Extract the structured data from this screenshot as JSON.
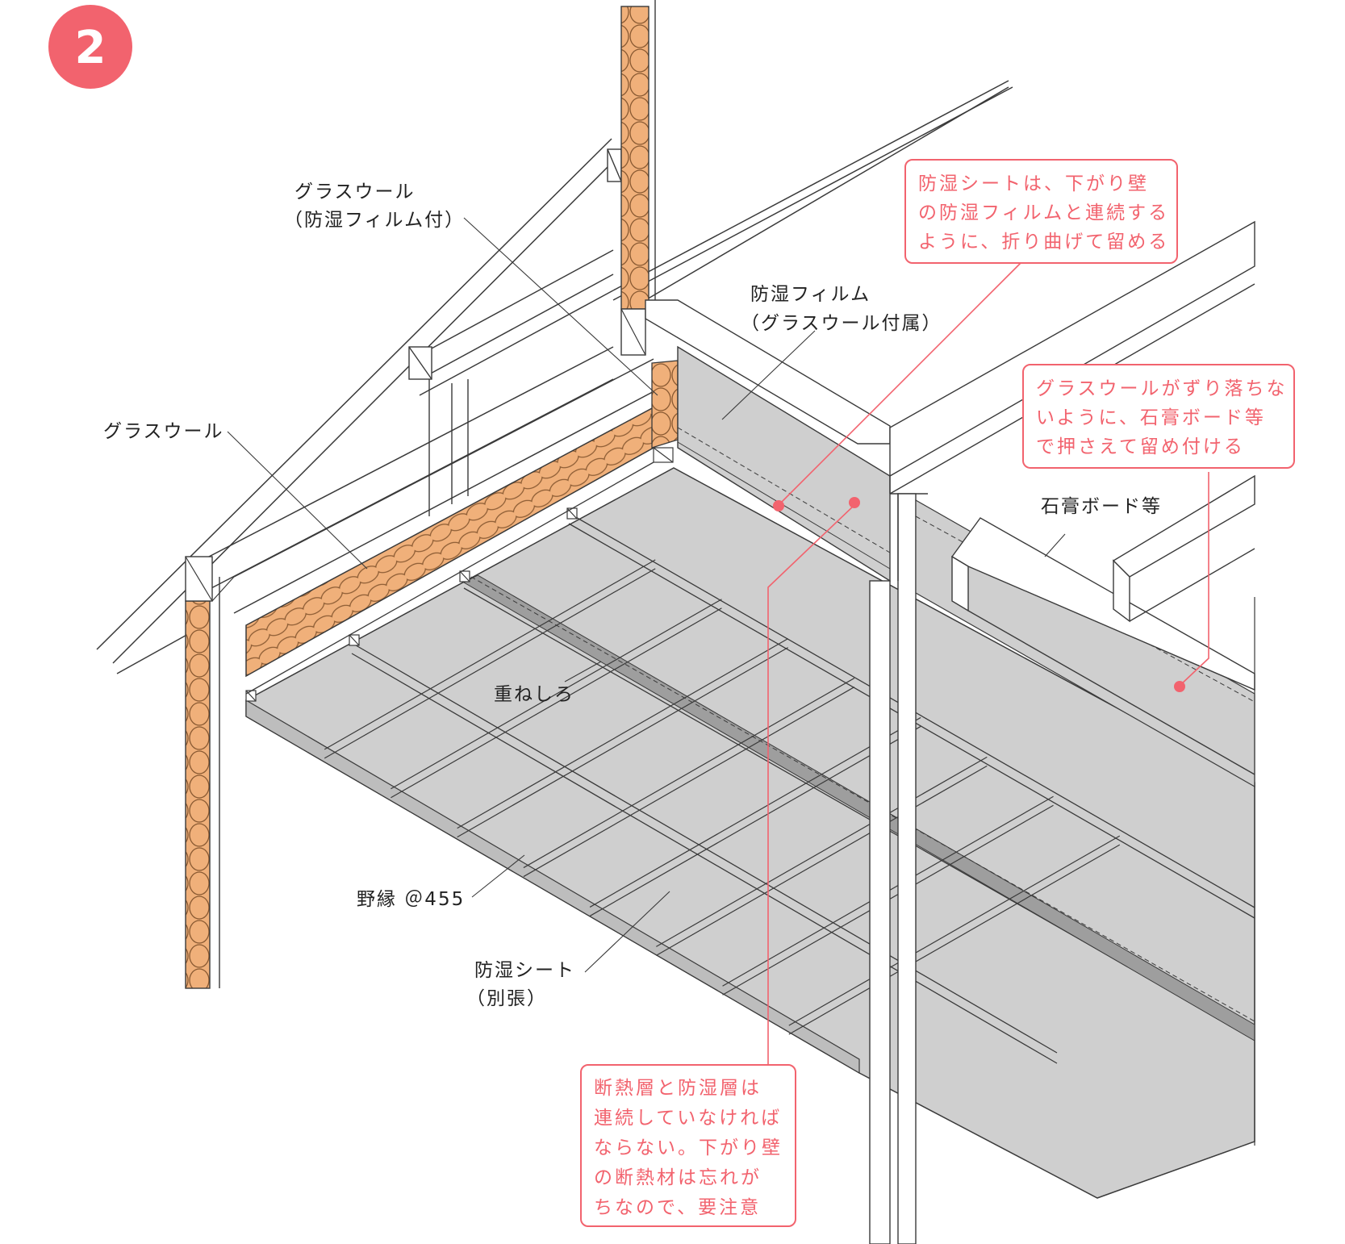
{
  "step_number": "2",
  "colors": {
    "accent": "#f2636e",
    "insulation": "#f0b07a",
    "sheet": "#cfcfcf",
    "line": "#3a3a3a"
  },
  "labels": {
    "glasswool_film_line1": "グラスウール",
    "glasswool_film_line2": "（防湿フィルム付）",
    "film_line1": "防湿フィルム",
    "film_line2": "（グラスウール付属）",
    "glasswool": "グラスウール",
    "gypsum": "石膏ボード等",
    "overlap": "重ねしろ",
    "furring": "野縁 ＠455",
    "sheet_line1": "防湿シート",
    "sheet_line2": "（別張）"
  },
  "notes": {
    "fold": [
      "防湿シートは、下がり壁",
      "の防湿フィルムと連続する",
      "ように、折り曲げて留める"
    ],
    "gypsum": [
      "グラスウールがずり落ちな",
      "いように、石膏ボード等",
      "で押さえて留め付ける"
    ],
    "continuity": [
      "断熱層と防湿層は",
      "連続していなければ",
      "ならない。下がり壁",
      "の断熱材は忘れが",
      "ちなので、要注意"
    ]
  }
}
